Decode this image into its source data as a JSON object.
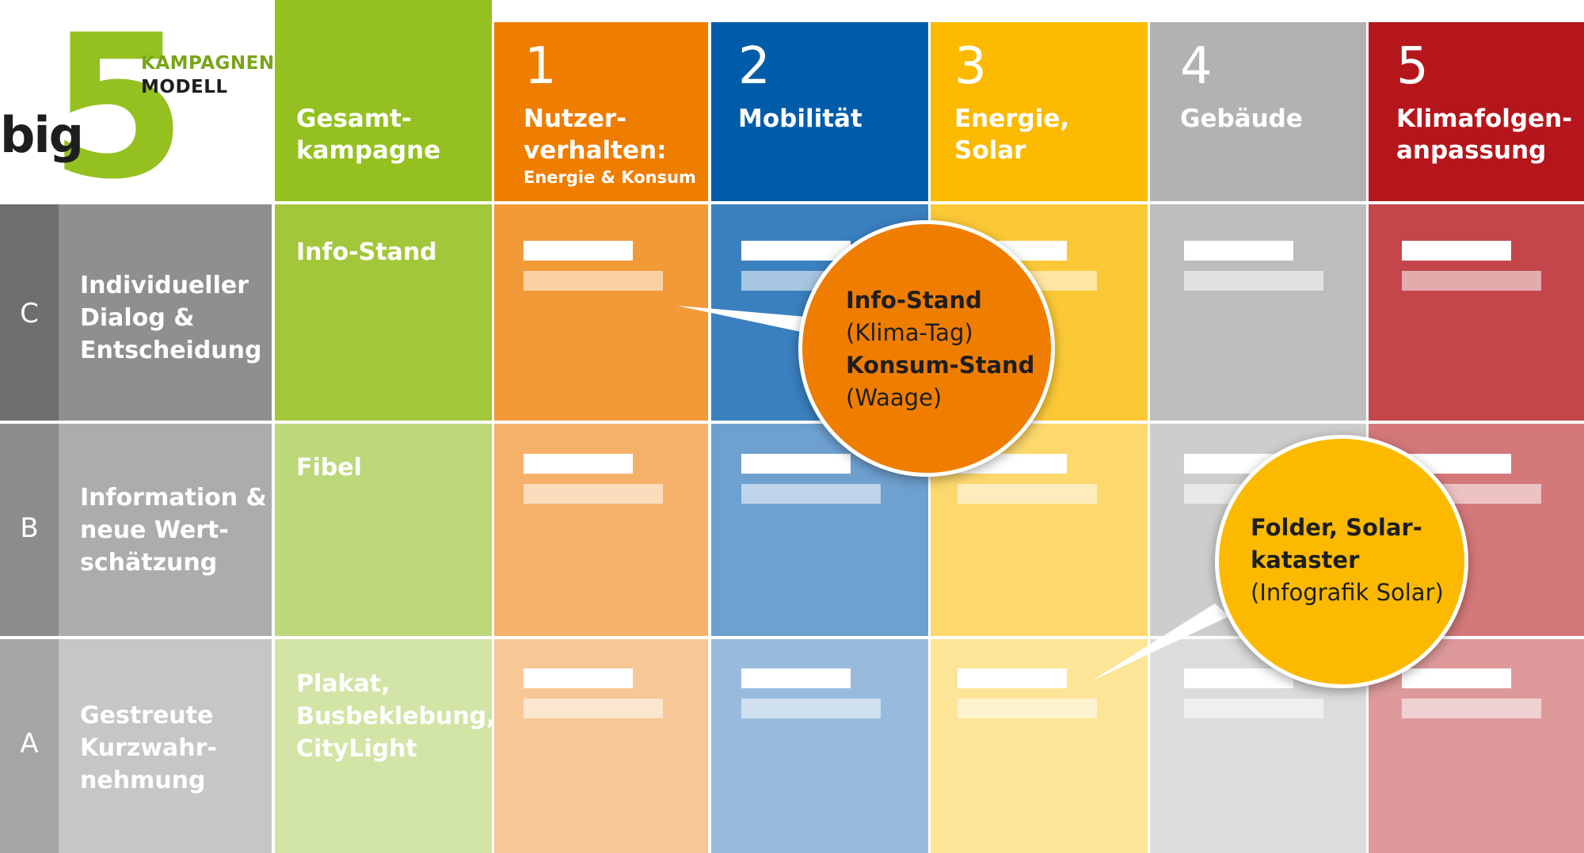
{
  "logo": {
    "word": "big",
    "numeral": "5",
    "line1": "KAMPAGNEN",
    "line2": "MODELL"
  },
  "columns": [
    {
      "num": "",
      "label_lines": [
        "Gesamt-",
        "kampagne"
      ],
      "sub": "",
      "color": "#94c120"
    },
    {
      "num": "1",
      "label_lines": [
        "Nutzer-",
        "verhalten:"
      ],
      "sub": "Energie & Konsum",
      "color": "#ef7d00"
    },
    {
      "num": "2",
      "label_lines": [
        "Mobilität"
      ],
      "sub": "",
      "color": "#005ca8"
    },
    {
      "num": "3",
      "label_lines": [
        "Energie, Solar"
      ],
      "sub": "",
      "color": "#fbba00"
    },
    {
      "num": "4",
      "label_lines": [
        "Gebäude"
      ],
      "sub": "",
      "color": "#b2b2b2"
    },
    {
      "num": "5",
      "label_lines": [
        "Klimafolgen-",
        "anpassung"
      ],
      "sub": "",
      "color": "#b5161c"
    }
  ],
  "rows": [
    {
      "letter": "C",
      "label_lines": [
        "Individueller",
        "Dialog &",
        "Entscheidung"
      ],
      "overall_lines": [
        "Info-Stand"
      ]
    },
    {
      "letter": "B",
      "label_lines": [
        "Information &",
        "neue Wert-",
        "schätzung"
      ],
      "overall_lines": [
        "Fibel"
      ]
    },
    {
      "letter": "A",
      "label_lines": [
        "Gestreute",
        "Kurzwahr-",
        "nehmung"
      ],
      "overall_lines": [
        "Plakat,",
        "Busbeklebung,",
        "CityLight"
      ]
    }
  ],
  "callouts": [
    {
      "bold1": "Info-Stand",
      "normal1": "(Klima-Tag)",
      "bold2": "Konsum-Stand",
      "normal2": "(Waage)",
      "color": "#ef7d00"
    },
    {
      "bold1": "Folder, Solar-",
      "bold2": "kataster",
      "normal1": "(Infografik Solar)",
      "color": "#fbba00"
    }
  ]
}
